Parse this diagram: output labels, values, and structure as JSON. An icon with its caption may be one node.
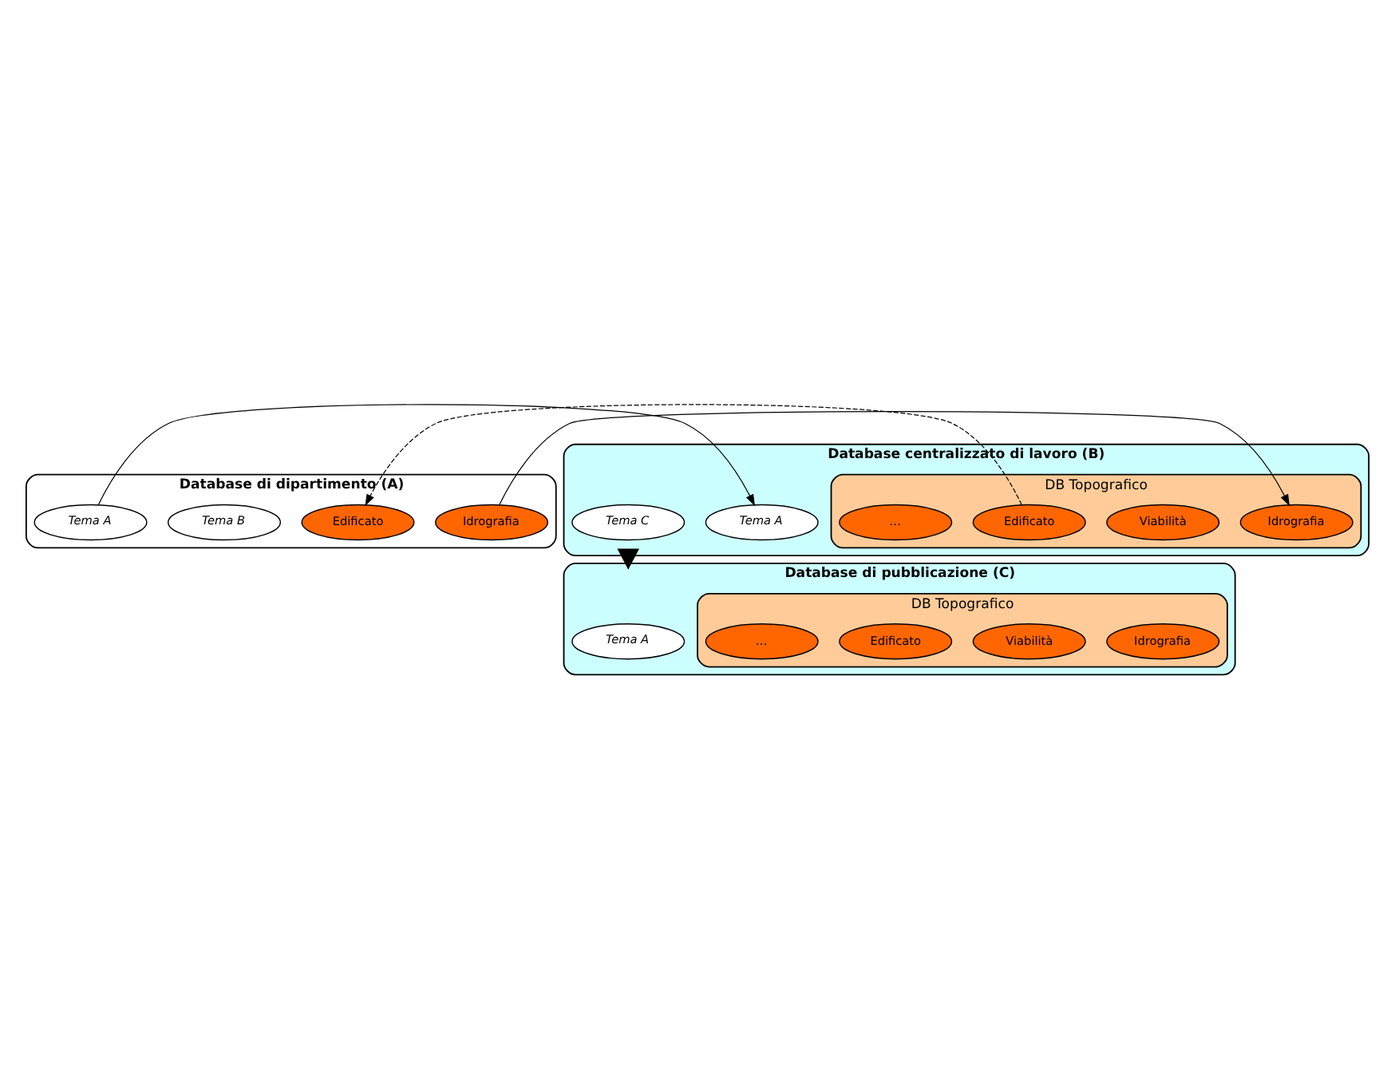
{
  "diagram": {
    "nodes": [
      {
        "text": [
          "Database di dipartimento (A)"
        ]
      },
      {
        "text": [
          "Idrografia"
        ],
        "in": 0
      },
      {
        "text": [
          "Edificato"
        ],
        "in": 0
      },
      {
        "text": [
          "Tema B"
        ],
        "in": 0
      },
      {
        "text": [
          "Tema A"
        ],
        "in": 0
      },
      {
        "text": [
          "Database centralizzato di lavoro (B)"
        ]
      },
      {
        "text": [
          "DB Topografico"
        ],
        "in": 5
      },
      {
        "text": [
          "Idrografia"
        ],
        "in": 6
      },
      {
        "text": [
          "Viabilità"
        ],
        "in": 6
      },
      {
        "text": [
          "Edificato"
        ],
        "in": 6
      },
      {
        "text": [
          "…"
        ],
        "in": 6
      },
      {
        "text": [
          "Tema A"
        ],
        "in": 5
      },
      {
        "text": [
          "Tema C"
        ],
        "in": 5
      },
      {
        "text": [
          "Database di pubblicazione (C)"
        ]
      },
      {
        "text": [
          "DB Topografico"
        ],
        "in": 13
      },
      {
        "text": [
          "Idrografia"
        ],
        "in": 14
      },
      {
        "text": [
          "Viabilità"
        ],
        "in": 14
      },
      {
        "text": [
          "Edificato"
        ],
        "in": 14
      },
      {
        "text": [
          "…"
        ],
        "in": 14
      },
      {
        "text": [
          "Tema A"
        ],
        "in": 13
      }
    ],
    "edges": [
      {
        "from": 1,
        "to": 7,
        "arrow": "to"
      },
      {
        "from": 9,
        "to": 2,
        "arrow": "to",
        "style": "dashed"
      },
      {
        "from": 4,
        "to": 11,
        "arrow": "to"
      },
      {
        "from": 5,
        "to": 13,
        "arrow": "to",
        "style": "thick"
      }
    ]
  }
}
